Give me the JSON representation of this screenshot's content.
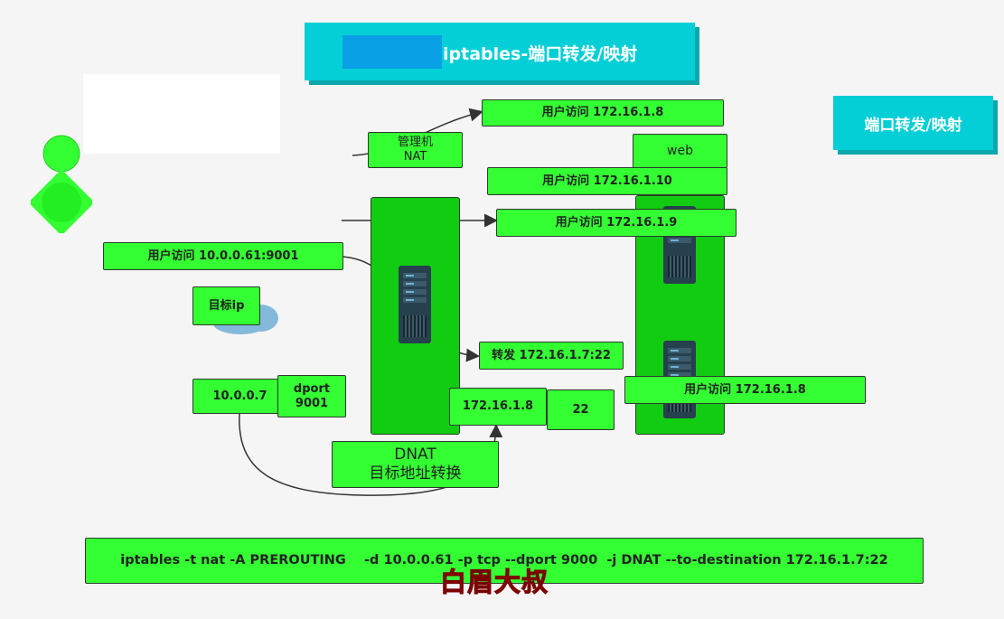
{
  "title": {
    "main": "iptables-端口转发/映射"
  },
  "side_title": "端口转发/映射",
  "boxes": {
    "access_8_top": "用户访问  172.16.1.8",
    "web": "web",
    "access_10": "用户访问  172.16.1.10",
    "access_9": "用户访问  172.16.1.9",
    "mgmt_nat_line1": "管理机",
    "mgmt_nat_line2": "NAT",
    "access_public": "用户访问  10.0.0.61:9001",
    "target_ip": "目标ip",
    "forward": "转发 172.16.1.7:22",
    "ip_10007": "10.0.0.7",
    "dport_line1": "dport",
    "dport_line2": "9001",
    "ip_17216": "172.16.1.8",
    "port_22": "22",
    "access_8_bottom": "用户访问  172.16.1.8",
    "dnat_line1": "DNAT",
    "dnat_line2": "目标地址转换"
  },
  "command": "iptables -t nat -A PREROUTING    -d 10.0.0.61 -p tcp --dport 9000  -j DNAT --to-destination 172.16.1.7:22",
  "watermark": "白眉大叔",
  "icons": {
    "user": "user-icon",
    "cloud": "cloud-icon",
    "server": "server-icon"
  },
  "colors": {
    "green": "#33ff33",
    "column_green": "#11cc11",
    "teal": "#05cfd6",
    "watermark": "#b01010"
  }
}
